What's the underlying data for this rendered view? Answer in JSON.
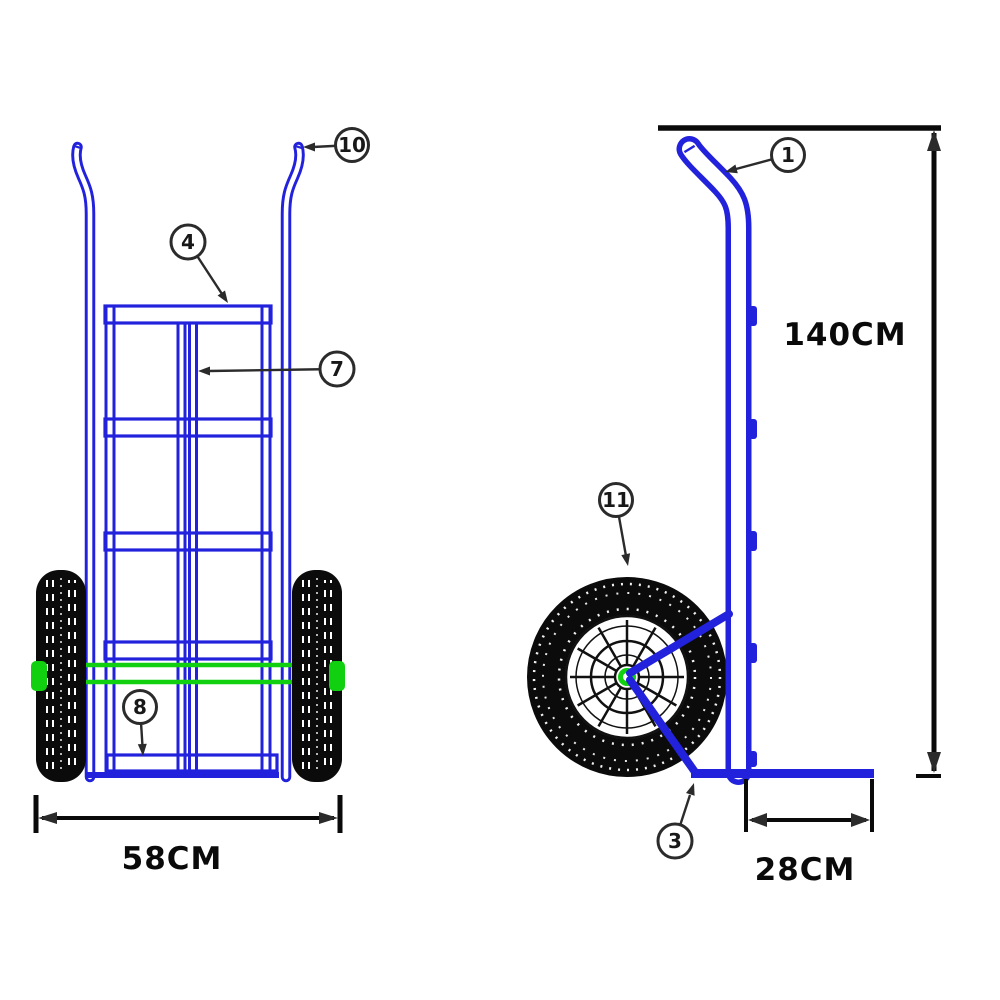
{
  "diagram": {
    "type": "two-view technical diagram of a hand truck (sack trolley)",
    "views": [
      "front view",
      "side view"
    ]
  },
  "colors": {
    "frame_blue": "#2222dd",
    "axle_green": "#10d010",
    "dimension_black": "#0a0a0a",
    "callout_gray": "#2b2b2b",
    "tire_black": "#0b0b0b"
  },
  "front_view": {
    "width_dimension": {
      "label": "58CM"
    },
    "callouts": [
      {
        "number": "10",
        "points_to": "right handle grip"
      },
      {
        "number": "4",
        "points_to": "top crossbar"
      },
      {
        "number": "7",
        "points_to": "center vertical bar"
      },
      {
        "number": "8",
        "points_to": "bottom bar"
      }
    ]
  },
  "side_view": {
    "height_dimension": {
      "label": "140CM"
    },
    "depth_dimension": {
      "label": "28CM"
    },
    "callouts": [
      {
        "number": "1",
        "points_to": "handle tube"
      },
      {
        "number": "11",
        "points_to": "wheel"
      },
      {
        "number": "3",
        "points_to": "toe plate junction"
      }
    ]
  }
}
